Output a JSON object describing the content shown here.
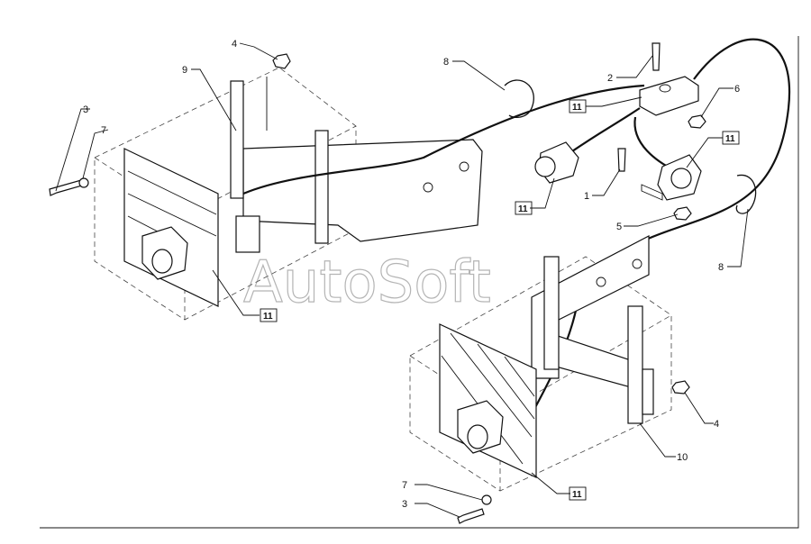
{
  "watermark": "AutoSoft",
  "callouts": {
    "c4a": "4",
    "c9": "9",
    "c3a": "3",
    "c7a": "7",
    "c8a": "8",
    "c2": "2",
    "c6": "6",
    "c11a": "11",
    "c11b": "11",
    "c11c": "11",
    "c1": "1",
    "c5": "5",
    "c8b": "8",
    "c11d": "11",
    "c4b": "4",
    "c10": "10",
    "c11e": "11",
    "c7b": "7",
    "c3b": "3"
  }
}
